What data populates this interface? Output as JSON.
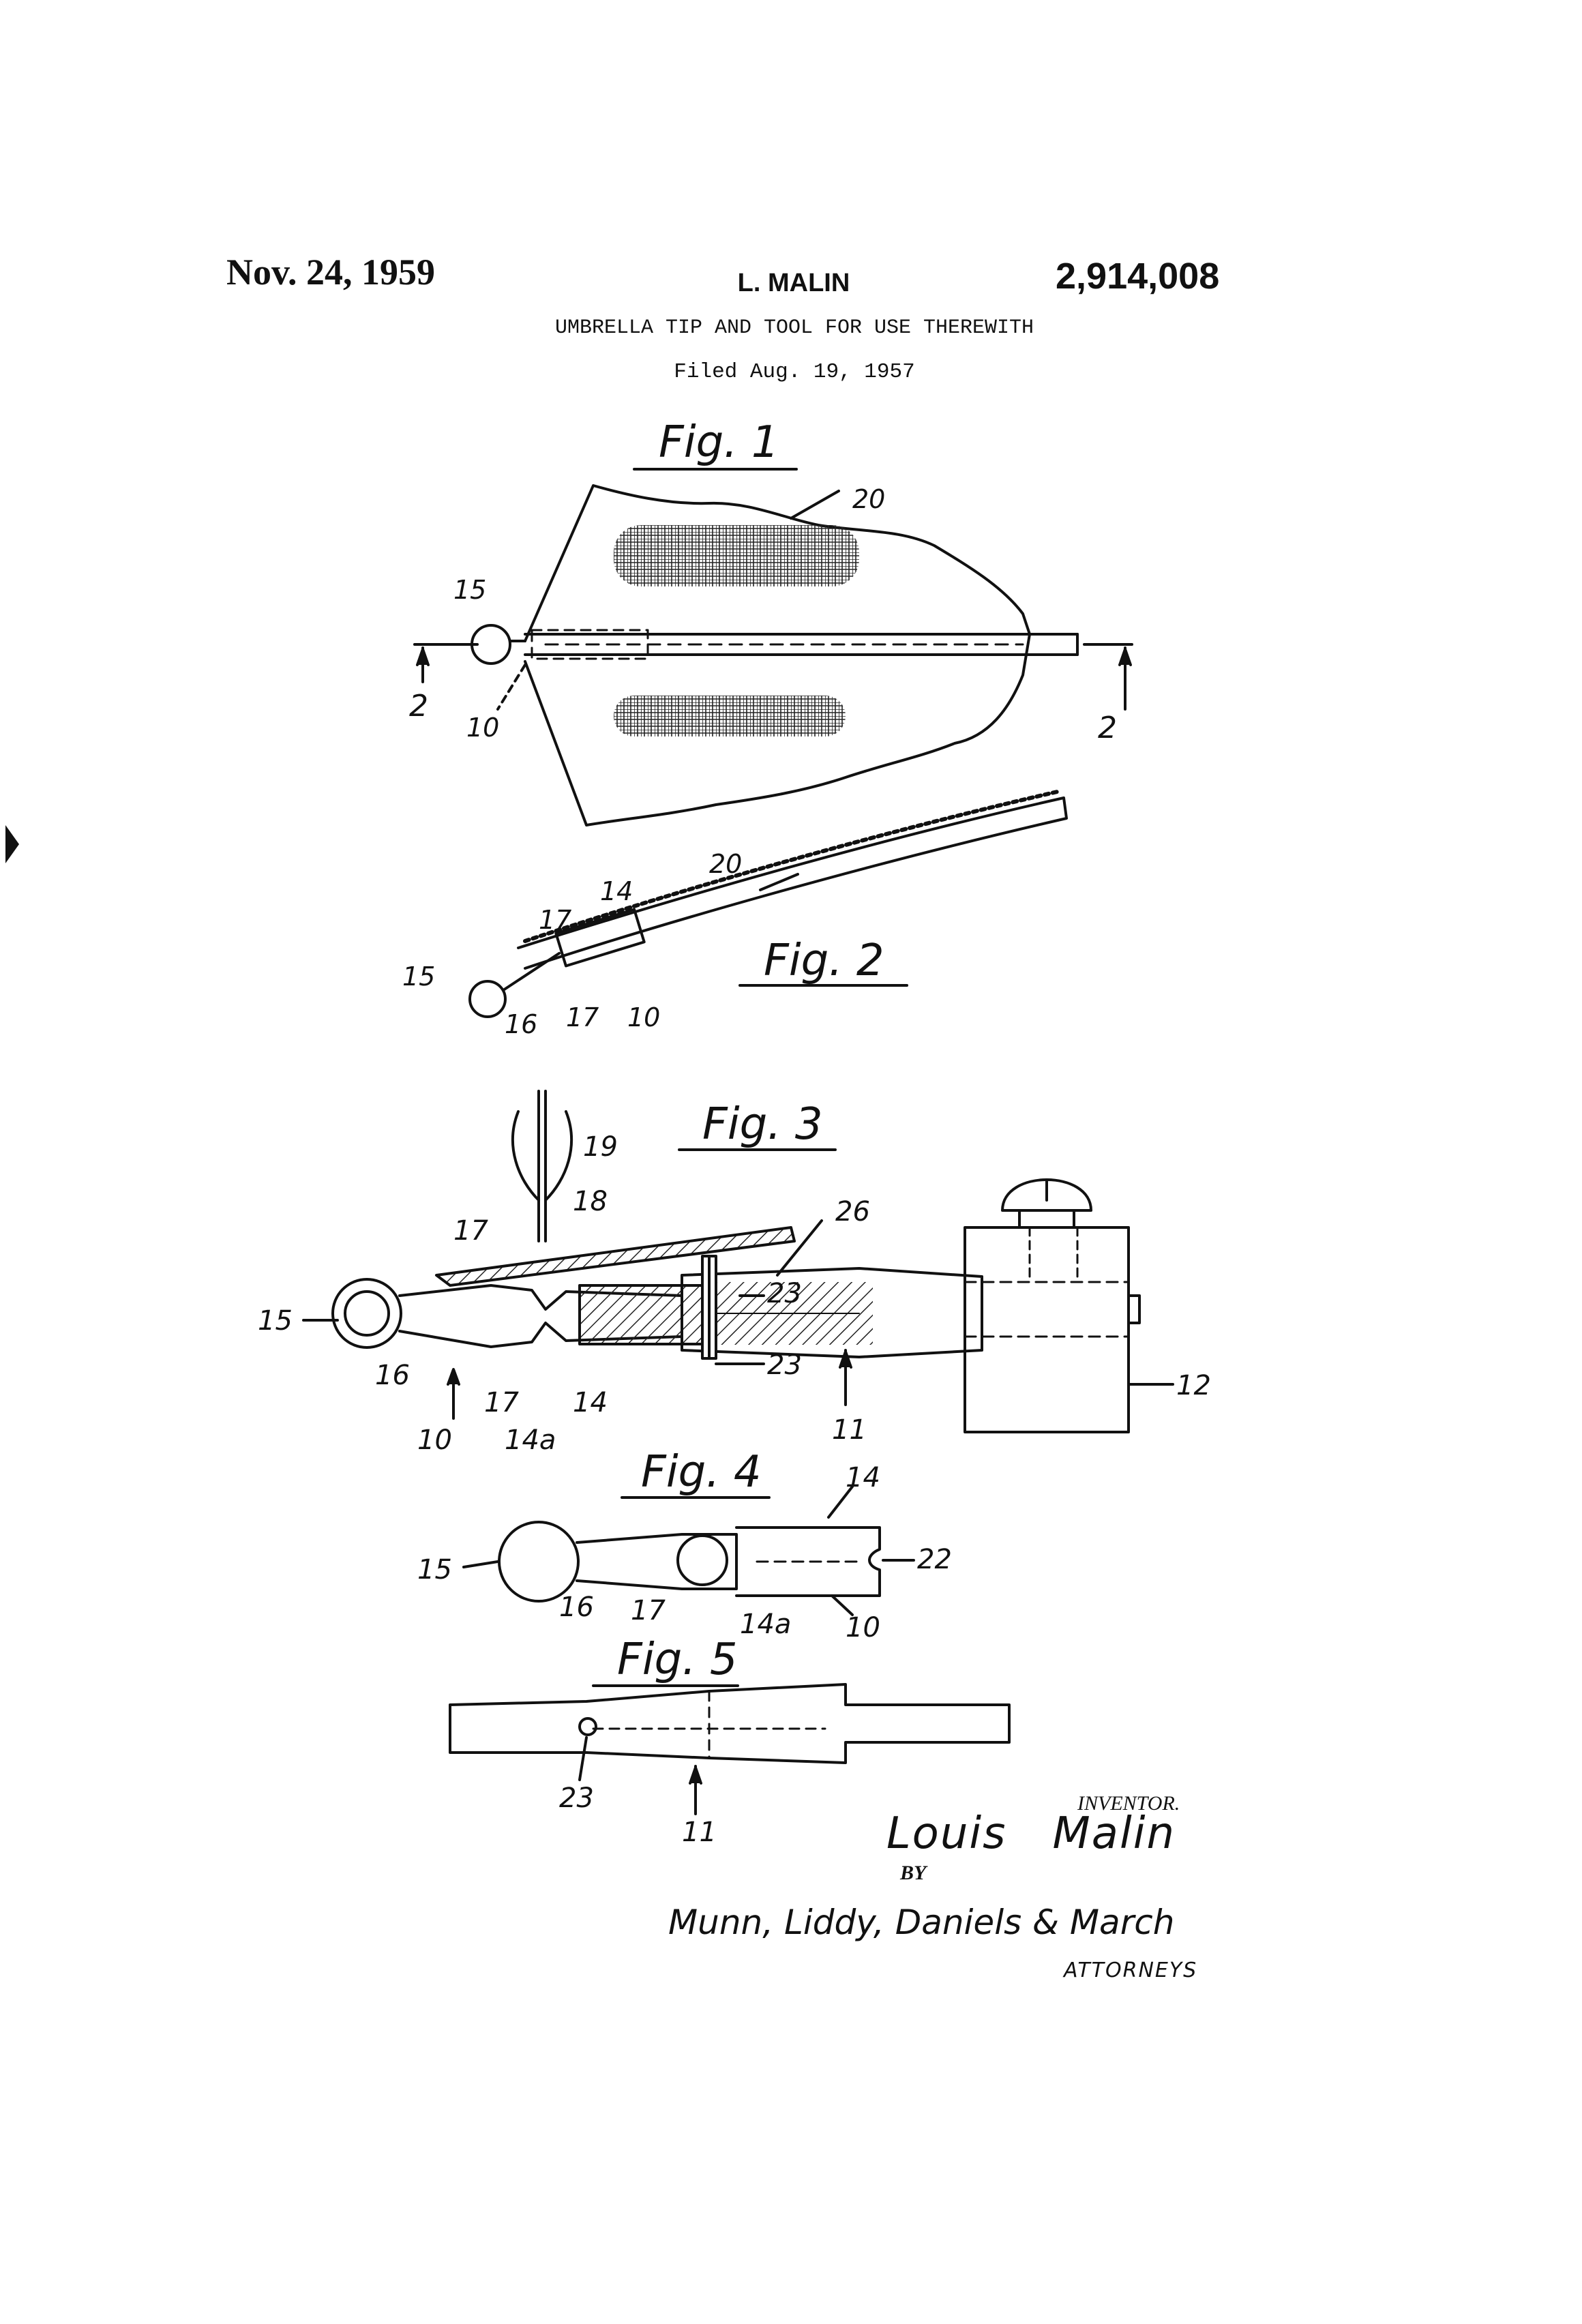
{
  "header": {
    "date": "Nov. 24, 1959",
    "inventor": "L. MALIN",
    "patent_number": "2,914,008",
    "title": "UMBRELLA TIP AND TOOL FOR USE THEREWITH",
    "filed": "Filed Aug. 19, 1957"
  },
  "figures": {
    "fig1": {
      "caption": "Fig. 1",
      "refs": {
        "r20": "20",
        "r15": "15",
        "r10": "10",
        "r2a": "2",
        "r2b": "2"
      }
    },
    "fig2": {
      "caption": "Fig. 2",
      "refs": {
        "r20": "20",
        "r14": "14",
        "r17a": "17",
        "r15": "15",
        "r16": "16",
        "r17b": "17",
        "r10": "10"
      }
    },
    "fig3": {
      "caption": "Fig. 3",
      "refs": {
        "r19": "19",
        "r18": "18",
        "r17a": "17",
        "r26": "26",
        "r23a": "23",
        "r15": "15",
        "r16": "16",
        "r17b": "17",
        "r14": "14",
        "r23b": "23",
        "r12": "12",
        "r10": "10",
        "r14a": "14a",
        "r11": "11"
      }
    },
    "fig4": {
      "caption": "Fig. 4",
      "refs": {
        "r14": "14",
        "r15": "15",
        "r22": "22",
        "r16": "16",
        "r17": "17",
        "r14a": "14a",
        "r10": "10"
      }
    },
    "fig5": {
      "caption": "Fig. 5",
      "refs": {
        "r23": "23",
        "r11": "11"
      }
    }
  },
  "signature": {
    "inventor_label": "INVENTOR.",
    "inventor_name": "Louis   Malin",
    "by": "BY",
    "attorneys": "Munn, Liddy, Daniels & March",
    "attorneys_label": "ATTORNEYS"
  }
}
